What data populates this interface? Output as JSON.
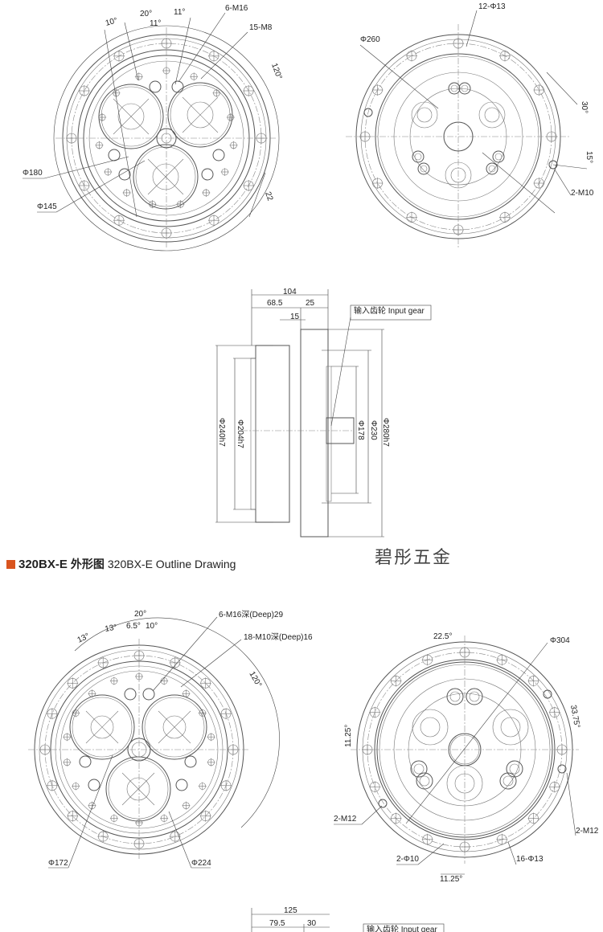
{
  "heading": {
    "model": "320BX-E",
    "cn": "外形图",
    "en": "320BX-E Outline Drawing",
    "accent_color": "#d9541e"
  },
  "watermark": "碧彤五金",
  "view1": {
    "a10": "10°",
    "a20": "20°",
    "a11a": "11°",
    "a11b": "11°",
    "a120": "120°",
    "d22": "22",
    "holes1": "6-M16",
    "holes2": "15-M8",
    "phi180": "Φ180",
    "phi145": "Φ145"
  },
  "view2": {
    "holes": "12-Φ13",
    "phi260": "Φ260",
    "a30": "30°",
    "a15": "15°",
    "m10": "2-M10"
  },
  "side1": {
    "d104": "104",
    "d685": "68.5",
    "d25": "25",
    "d15": "15",
    "input_gear": "输入齿轮 Input gear",
    "phi240": "Φ240h7",
    "phi204": "Φ204h7",
    "phi178": "Φ178",
    "phi230": "Φ230",
    "phi280": "Φ280h7"
  },
  "view3": {
    "a20": "20°",
    "a13a": "13°",
    "a13b": "13°",
    "a65": "6.5°",
    "a10": "10°",
    "a120": "120°",
    "holes1": "6-M16深(Deep)29",
    "holes2": "18-M10深(Deep)16",
    "phi172": "Φ172",
    "phi224": "Φ224"
  },
  "view4": {
    "a225": "22.5°",
    "phi304": "Φ304",
    "a3375": "33.75°",
    "a1125a": "11.25°",
    "a1125b": "11.25°",
    "m12a": "2-M12",
    "m12b": "2-M12",
    "phi10": "2-Φ10",
    "phi13": "16-Φ13"
  },
  "side2": {
    "d125": "125",
    "d795": "79.5",
    "d30": "30",
    "input_gear": "输入齿轮 Input gear"
  }
}
